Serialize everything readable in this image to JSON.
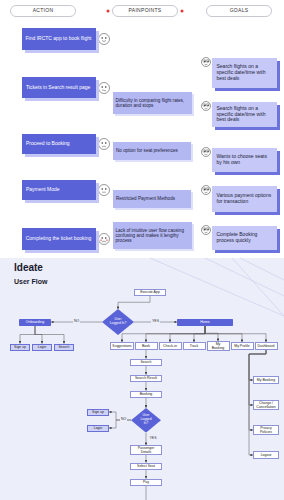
{
  "diagram": {
    "nodes": [
      {
        "text": [
          "ACTION"
        ]
      },
      {
        "text": [
          "PAINPOINTS"
        ]
      },
      {
        "text": [
          "GOALS"
        ]
      },
      {
        "text": [
          "Find IRCTC app to book flight"
        ]
      },
      {
        "text": [
          "Search flights on a specific date/time with best deals"
        ]
      },
      {
        "text": [
          "Tickets in Search result page"
        ]
      },
      {
        "text": [
          "Difficulty in comparing flight rates, duration and stops"
        ]
      },
      {
        "text": [
          "Search flights on a specific date/time with best deals"
        ]
      },
      {
        "text": [
          "Proceed to Booking"
        ]
      },
      {
        "text": [
          "No option for seat preferences"
        ]
      },
      {
        "text": [
          "Wants to choose seats by his own"
        ]
      },
      {
        "text": [
          "Payment Mode"
        ]
      },
      {
        "text": [
          "Restricted Payment Methods"
        ]
      },
      {
        "text": [
          "Various payment options for transaction"
        ]
      },
      {
        "text": [
          "Completing the ticket booking"
        ]
      },
      {
        "text": [
          "Lack of intuitive user flow causing confusing and makes it lengthy process"
        ]
      },
      {
        "text": [
          "Complete Booking process quickly"
        ]
      },
      {
        "text": [
          "Execute App"
        ]
      },
      {
        "text": [
          "Onboarding"
        ]
      },
      {
        "text": [
          "User Logged In?"
        ]
      },
      {
        "text": [
          "Home"
        ]
      },
      {
        "text": [
          "Sign up"
        ]
      },
      {
        "text": [
          "Login"
        ]
      },
      {
        "text": [
          "Search"
        ]
      },
      {
        "text": [
          "Suggestions"
        ]
      },
      {
        "text": [
          "Book"
        ]
      },
      {
        "text": [
          "Check-in"
        ]
      },
      {
        "text": [
          "Track"
        ]
      },
      {
        "text": [
          "My Booking"
        ]
      },
      {
        "text": [
          "My Profile"
        ]
      },
      {
        "text": [
          "Dashboard"
        ]
      },
      {
        "text": [
          "Search"
        ]
      },
      {
        "text": [
          "Search Result"
        ]
      },
      {
        "text": [
          "My Booking"
        ]
      },
      {
        "text": [
          "Booking"
        ]
      },
      {
        "text": [
          "Change / Cancellation"
        ]
      },
      {
        "text": [
          "Sign up"
        ]
      },
      {
        "text": [
          "User Logged In?"
        ]
      },
      {
        "text": [
          "Login"
        ]
      },
      {
        "text": [
          "Privacy Policies"
        ]
      },
      {
        "text": [
          "Logout"
        ]
      },
      {
        "text": [
          "Passenger Details"
        ]
      },
      {
        "text": [
          "Select Seat"
        ]
      },
      {
        "text": [
          "Pay"
        ]
      }
    ],
    "edges": [
      {
        "from": 17,
        "to": 19,
        "arrow": "to"
      },
      {
        "from": 19,
        "to": 18,
        "label": "NO",
        "arrow": "to"
      },
      {
        "from": 19,
        "to": 20,
        "label": "YES",
        "arrow": "to"
      },
      {
        "from": 18,
        "to": 21,
        "arrow": "to"
      },
      {
        "from": 18,
        "to": 22,
        "arrow": "to"
      },
      {
        "from": 18,
        "to": 23,
        "arrow": "to"
      },
      {
        "from": 20,
        "to": 24,
        "arrow": "to"
      },
      {
        "from": 20,
        "to": 25,
        "arrow": "to"
      },
      {
        "from": 20,
        "to": 26,
        "arrow": "to"
      },
      {
        "from": 20,
        "to": 27,
        "arrow": "to"
      },
      {
        "from": 20,
        "to": 28,
        "arrow": "to"
      },
      {
        "from": 20,
        "to": 29,
        "arrow": "to"
      },
      {
        "from": 20,
        "to": 30,
        "arrow": "to"
      },
      {
        "from": 25,
        "to": 31,
        "arrow": "to"
      },
      {
        "from": 31,
        "to": 32,
        "arrow": "to"
      },
      {
        "from": 32,
        "to": 34,
        "arrow": "to"
      },
      {
        "from": 34,
        "to": 37,
        "arrow": "to"
      },
      {
        "from": 37,
        "to": 36,
        "label": "NO",
        "arrow": "to"
      },
      {
        "from": 37,
        "to": 38,
        "arrow": "to"
      },
      {
        "from": 37,
        "to": 41,
        "label": "YES",
        "arrow": "to"
      },
      {
        "from": 41,
        "to": 42,
        "arrow": "to"
      },
      {
        "from": 42,
        "to": 43,
        "arrow": "to"
      },
      {
        "from": 30,
        "to": 33,
        "arrow": "to"
      },
      {
        "from": 30,
        "to": 35,
        "arrow": "to"
      },
      {
        "from": 30,
        "to": 39,
        "arrow": "to"
      },
      {
        "from": 30,
        "to": 40,
        "arrow": "to"
      }
    ],
    "labels": [
      "Ideate",
      "User Flow"
    ]
  }
}
